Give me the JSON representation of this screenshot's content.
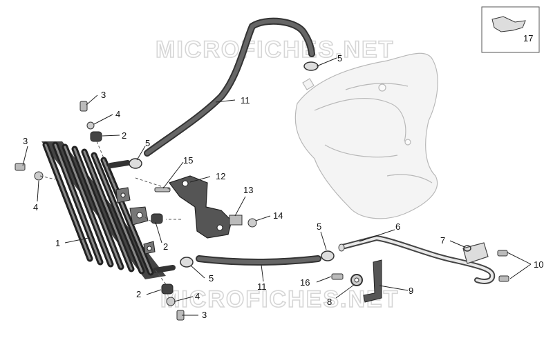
{
  "watermark": "MICROFICHES.NET",
  "labels": {
    "p1": "1",
    "p2a": "2",
    "p2b": "2",
    "p2c": "2",
    "p3a": "3",
    "p3b": "3",
    "p3c": "3",
    "p4a": "4",
    "p4b": "4",
    "p4c": "4",
    "p5a": "5",
    "p5b": "5",
    "p5c": "5",
    "p5d": "5",
    "p6": "6",
    "p7": "7",
    "p8": "8",
    "p9": "9",
    "p10": "10",
    "p11a": "11",
    "p11b": "11",
    "p12": "12",
    "p13": "13",
    "p14": "14",
    "p15": "15",
    "p16": "16",
    "p17": "17"
  }
}
